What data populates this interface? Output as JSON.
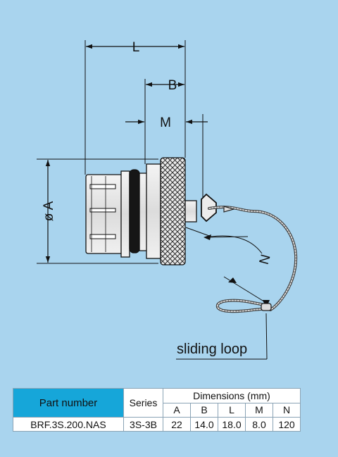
{
  "drawing": {
    "dimension_labels": {
      "L": "L",
      "B": "B",
      "M": "M",
      "A": "ø A",
      "N": "N"
    },
    "callout": "sliding loop"
  },
  "table": {
    "part_number_header": "Part number",
    "series_header": "Series",
    "dimensions_header": "Dimensions (mm)",
    "columns": [
      "A",
      "B",
      "L",
      "M",
      "N"
    ],
    "rows": [
      {
        "part_number": "BRF.3S.200.NAS",
        "series": "3S-3B",
        "values": [
          "22",
          "14.0",
          "18.0",
          "8.0",
          "120"
        ]
      }
    ]
  },
  "colors": {
    "background": "#a9d4ee",
    "header_blue": "#16a6d9"
  }
}
